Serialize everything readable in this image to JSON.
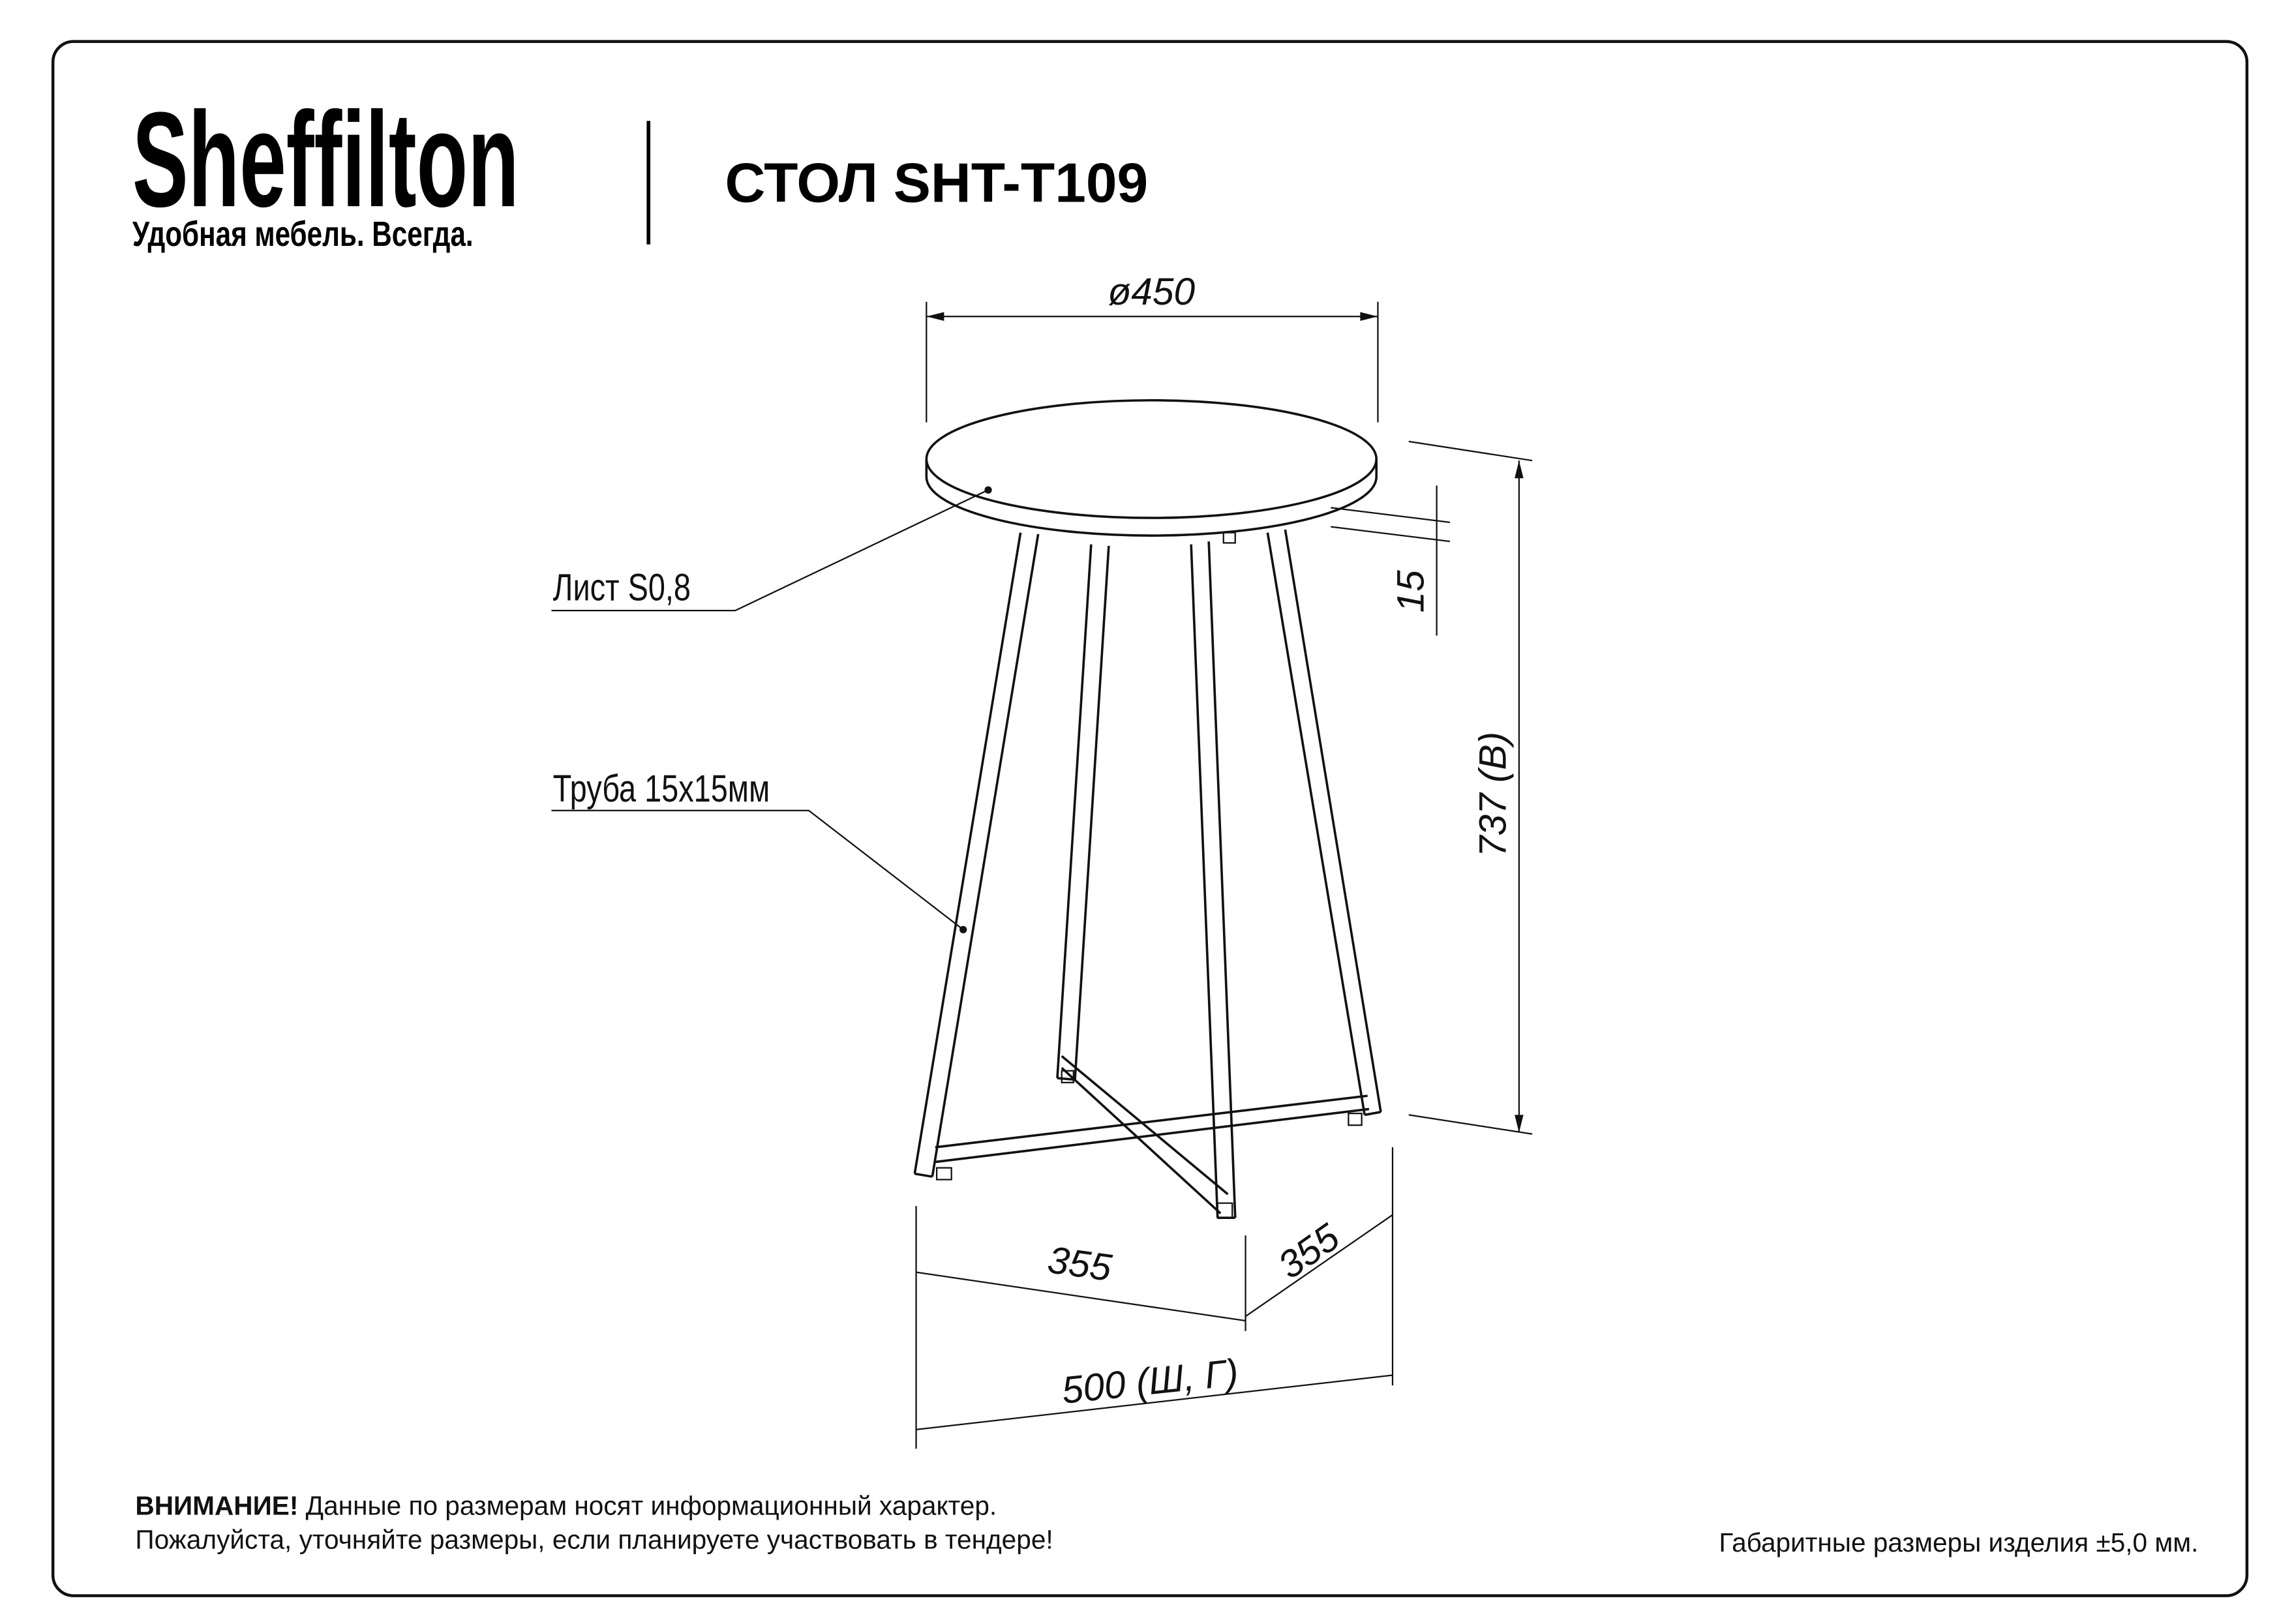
{
  "header": {
    "brand": "Sheffilton",
    "tagline": "Удобная мебель. Всегда.",
    "title": "СТОЛ SHT-T109"
  },
  "drawing": {
    "diameter": "ø450",
    "top_thickness": "15",
    "height": "737 (В)",
    "base_left": "355",
    "base_right": "355",
    "width_depth": "500 (Ш, Г)",
    "callout_top": "Лист S0,8",
    "callout_leg": "Труба 15х15мм"
  },
  "footer": {
    "warning_bold": "ВНИМАНИЕ!",
    "warning_text": " Данные по размерам носят информационный характер.",
    "warning_line2": "Пожалуйста, уточняйте размеры, если планируете участвовать в тендере!",
    "tolerance": "Габаритные размеры изделия ±5,0 мм."
  }
}
